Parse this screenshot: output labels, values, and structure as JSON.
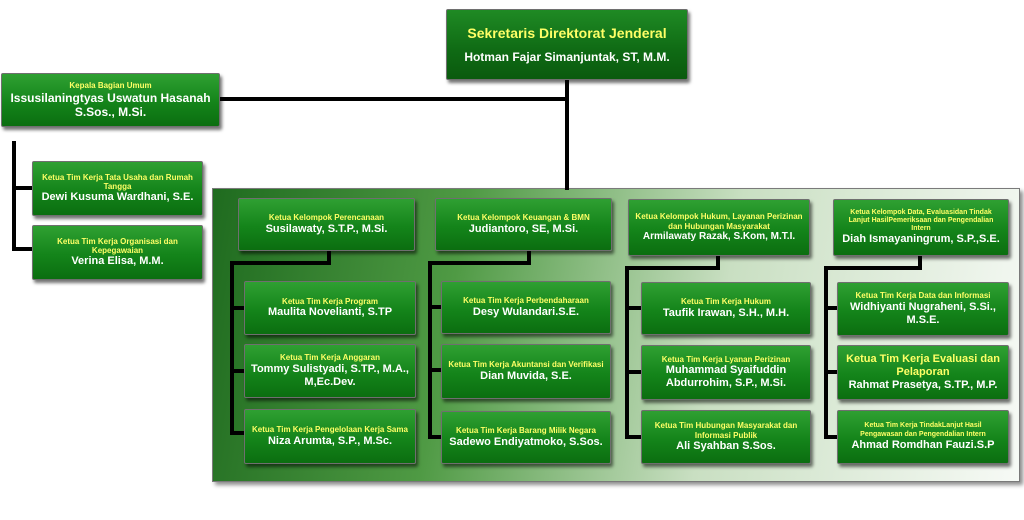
{
  "top": {
    "role": "Sekretaris Direktorat Jenderal",
    "name": "Hotman Fajar Simanjuntak, ST, M.M."
  },
  "umum": {
    "head": {
      "role": "Kepala Bagian Umum",
      "name": "Issusilaningtyas Uswatun Hasanah S.Sos., M.Si."
    },
    "teams": [
      {
        "role": "Ketua Tim Kerja Tata Usaha dan Rumah Tangga",
        "name": "Dewi Kusuma Wardhani, S.E."
      },
      {
        "role": "Ketua Tim  Kerja Organisasi dan Kepegawaian",
        "name": "Verina Elisa, M.M."
      }
    ]
  },
  "groups": [
    {
      "head": {
        "role": "Ketua Kelompok Perencanaan",
        "name": "Susilawaty, S.T.P., M.Si."
      },
      "teams": [
        {
          "role": "Ketua Tim Kerja Program",
          "name": "Maulita Novelianti, S.TP"
        },
        {
          "role": "Ketua Tim Kerja Anggaran",
          "name": "Tommy Sulistyadi, S.TP., M.A., M,Ec.Dev."
        },
        {
          "role": "Ketua Tim Kerja Pengelolaan Kerja  Sama",
          "name": "Niza Arumta, S.P., M.Sc."
        }
      ]
    },
    {
      "head": {
        "role": "Ketua Kelompok Keuangan & BMN",
        "name": "Judiantoro, SE, M.Si."
      },
      "teams": [
        {
          "role": "Ketua Tim Kerja Perbendaharaan",
          "name": "Desy Wulandari.S.E."
        },
        {
          "role": "Ketua Tim Kerja Akuntansi dan Verifikasi",
          "name": "Dian Muvida, S.E."
        },
        {
          "role": "Ketua Tim Kerja Barang Milik Negara",
          "name": "Sadewo Endiyatmoko, S.Sos."
        }
      ]
    },
    {
      "head": {
        "role": "Ketua Kelompok Hukum, Layanan Perizinan dan Hubungan Masyarakat",
        "name": "Armilawaty Razak, S.Kom, M.T.I."
      },
      "teams": [
        {
          "role": "Ketua Tim Kerja Hukum",
          "name": "Taufik Irawan, S.H., M.H."
        },
        {
          "role": "Ketua Tim Kerja  Lyanan Perizinan",
          "name": "Muhammad Syaifuddin Abdurrohim, S.P., M.Si."
        },
        {
          "role": "Ketua Tim Hubungan Masyarakat dan Informasi  Publik",
          "name": "Ali Syahban S.Sos."
        }
      ]
    },
    {
      "head": {
        "role": "Ketua Kelompok Data, Evaluasidan Tindak Lanjut HasilPemeriksaan dan Pengendalian Intern",
        "name": "Diah Ismayaningrum, S.P.,S.E."
      },
      "teams": [
        {
          "role": "Ketua Tim Kerja Data dan Informasi",
          "name": "Widhiyanti Nugraheni, S.Si., M.S.E."
        },
        {
          "role": "Ketua Tim Kerja  Evaluasi dan Pelaporan",
          "name": "Rahmat Prasetya, S.TP., M.P."
        },
        {
          "role": "Ketua Tim Kerja TindakLanjut Hasil Pengawasan dan Pengendalian Intern",
          "name": "Ahmad Romdhan Fauzi.S.P"
        }
      ]
    }
  ]
}
